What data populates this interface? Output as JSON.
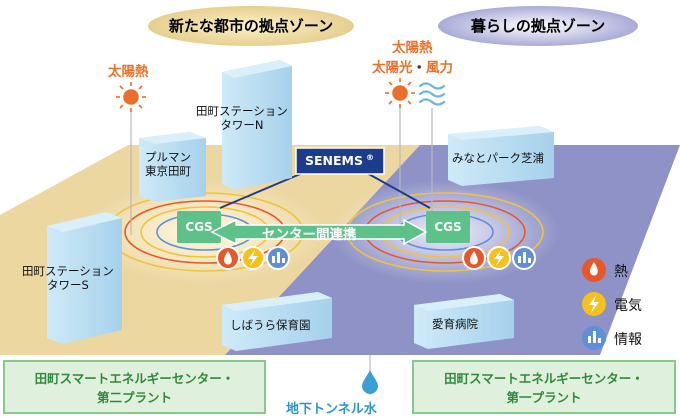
{
  "zones": {
    "left_title": "新たな都市の拠点ゾーン",
    "right_title": "暮らしの拠点ゾーン"
  },
  "energy_sources": {
    "left_solar_heat": "太陽熱",
    "right_solar_heat": "太陽熱",
    "right_solar_wind_prefix": "太陽光",
    "right_solar_wind_dot": "・",
    "right_solar_wind_suffix": "風力"
  },
  "buildings": {
    "tower_n_line1": "田町ステーション",
    "tower_n_line2": "タワーN",
    "pullman_line1": "プルマン",
    "pullman_line2": "東京田町",
    "tower_s_line1": "田町ステーション",
    "tower_s_line2": "タワーS",
    "minato_park": "みなとパーク芝浦",
    "nursery": "しばうら保育園",
    "hospital": "愛育病院"
  },
  "system": {
    "senems": "SENEMS",
    "registered_mark": "®",
    "cgs_left": "CGS",
    "cgs_right": "CGS",
    "link": "センター間連携"
  },
  "plants": {
    "left_line1": "田町スマートエネルギーセンター・",
    "left_line2": "第二プラント",
    "right_line1": "田町スマートエネルギーセンター・",
    "right_line2": "第一プラント"
  },
  "tunnel": "地下トンネル水",
  "legend": [
    {
      "icon": "flame-icon",
      "label": "熱",
      "color": "#e8572a"
    },
    {
      "icon": "lightning-icon",
      "label": "電気",
      "color": "#f5c11a"
    },
    {
      "icon": "bar-chart-icon",
      "label": "情報",
      "color": "#5f8fd6"
    }
  ],
  "colors": {
    "left_ground": "#ecd7a1",
    "right_ground": "#8e92c6",
    "building": "#b7dcf1",
    "cgs": "#5ec18a",
    "senems": "#1e3c8c",
    "plant_text": "#2f8a3c",
    "accent_orange": "#e8702a"
  }
}
